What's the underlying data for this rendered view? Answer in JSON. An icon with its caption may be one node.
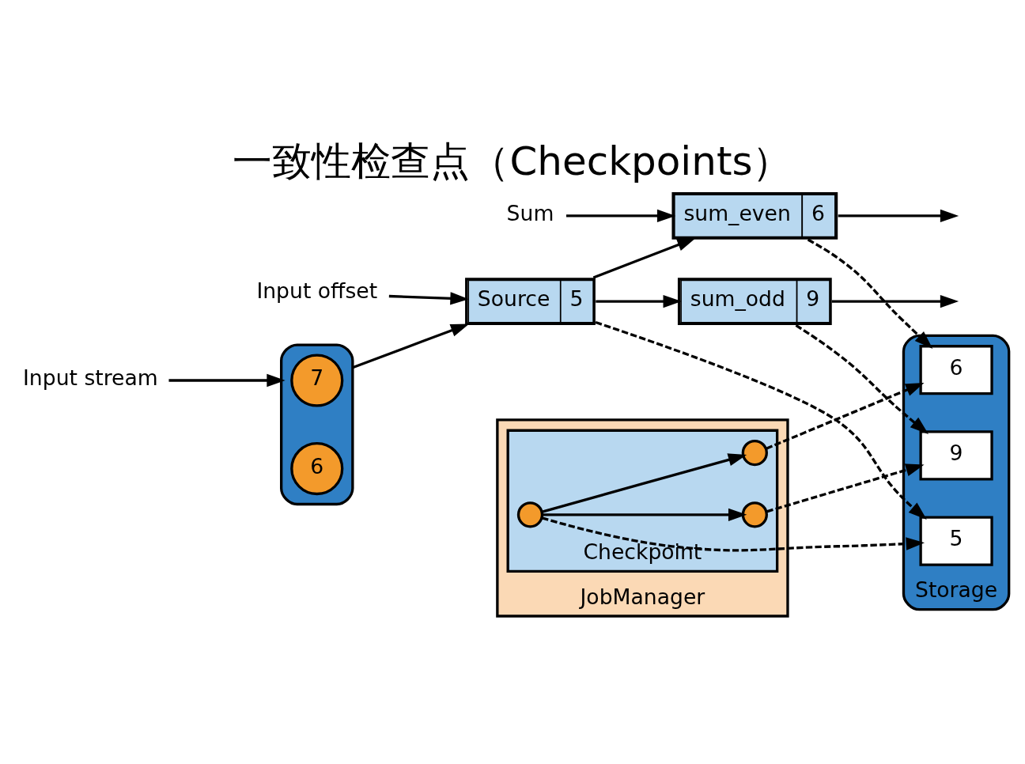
{
  "diagram": {
    "title": "一致性检查点（Checkpoints）",
    "nodes": [
      {
        "text": [
          "Input stream"
        ]
      },
      {
        "text": [
          "Input offset"
        ]
      },
      {
        "text": [
          "Sum"
        ]
      },
      {
        "text": [],
        "shape": "cylinder"
      },
      {
        "text": [
          "7"
        ],
        "in": 3
      },
      {
        "text": [
          "6"
        ],
        "in": 3
      },
      {
        "text": [
          "Source",
          "5"
        ]
      },
      {
        "text": [
          "sum_even",
          "6"
        ]
      },
      {
        "text": [
          "sum_odd",
          "9"
        ]
      },
      {
        "text": [
          "JobManager"
        ]
      },
      {
        "text": [
          "Checkpoint"
        ],
        "in": 9
      },
      {
        "text": [],
        "shape": "circle",
        "in": 10
      },
      {
        "text": [],
        "shape": "circle",
        "in": 10
      },
      {
        "text": [],
        "shape": "circle",
        "in": 10
      },
      {
        "text": [
          "Storage"
        ]
      },
      {
        "text": [
          "5"
        ],
        "in": 14
      },
      {
        "text": [
          "6"
        ],
        "in": 14
      },
      {
        "text": [
          "9"
        ],
        "in": 14
      }
    ],
    "edges": [
      {
        "from": 0,
        "to": 3,
        "arrow": "to"
      },
      {
        "from": 1,
        "to": 6,
        "arrow": "to"
      },
      {
        "from": 2,
        "to": 7,
        "arrow": "to"
      },
      {
        "from": 3,
        "to": 6,
        "arrow": "to"
      },
      {
        "from": 6,
        "to": 7,
        "arrow": "to"
      },
      {
        "from": 6,
        "to": 8,
        "arrow": "to"
      },
      {
        "from": 7,
        "to": null,
        "arrow": "to"
      },
      {
        "from": 8,
        "to": null,
        "arrow": "to"
      },
      {
        "from": 6,
        "to": 15,
        "arrow": "to",
        "style": "dashed"
      },
      {
        "from": 7,
        "to": 16,
        "arrow": "to",
        "style": "dashed"
      },
      {
        "from": 8,
        "to": 17,
        "arrow": "to",
        "style": "dashed"
      },
      {
        "from": 11,
        "to": 12,
        "arrow": "to"
      },
      {
        "from": 11,
        "to": 13,
        "arrow": "to"
      },
      {
        "from": 11,
        "to": 15,
        "arrow": "to",
        "style": "dashed"
      },
      {
        "from": 12,
        "to": 16,
        "arrow": "to",
        "style": "dashed"
      },
      {
        "from": 13,
        "to": 17,
        "arrow": "to",
        "style": "dashed"
      }
    ]
  }
}
